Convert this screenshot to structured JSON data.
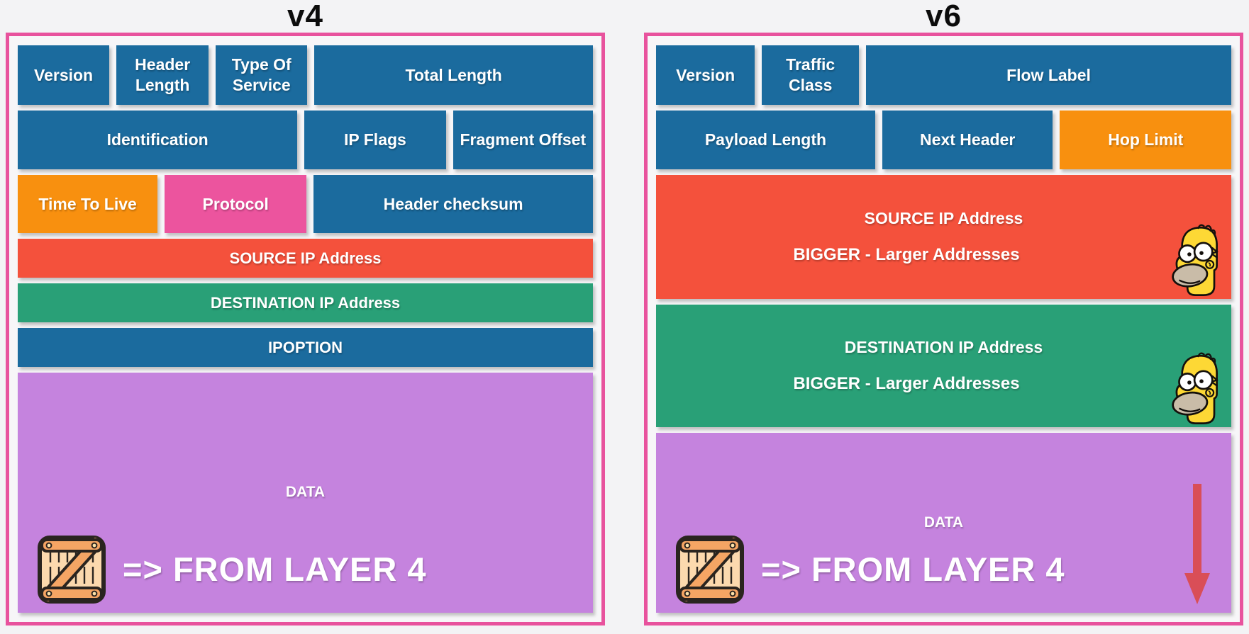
{
  "palette": {
    "background": "#f3f3f5",
    "panel_border_pink": "#e8529d",
    "field_blue": "#1b6b9e",
    "field_orange": "#f8900f",
    "field_magenta": "#ec549e",
    "field_red": "#f4513c",
    "field_green": "#29a077",
    "field_purple": "#c583de",
    "arrow_red": "#d94e57",
    "title_black": "#0c0c0c",
    "label_white": "#ffffff"
  },
  "icons": {
    "crate": "wooden-crate-icon",
    "homer": "homer-simpson-icon",
    "arrow": "red-down-arrow-icon"
  },
  "v4": {
    "title": "v4",
    "row1": {
      "version": "Version",
      "header_length": "Header Length",
      "type_of_service": "Type Of Service",
      "total_length": "Total Length"
    },
    "row2": {
      "identification": "Identification",
      "ip_flags": "IP Flags",
      "fragment_offset": "Fragment Offset"
    },
    "row3": {
      "time_to_live": "Time To Live",
      "protocol": "Protocol",
      "header_checksum": "Header checksum"
    },
    "source_ip": "SOURCE IP Address",
    "destination_ip": "DESTINATION IP Address",
    "ip_option": "IPOPTION",
    "data": {
      "label": "DATA",
      "from_layer": "=> FROM LAYER 4"
    }
  },
  "v6": {
    "title": "v6",
    "row1": {
      "version": "Version",
      "traffic_class": "Traffic Class",
      "flow_label": "Flow Label"
    },
    "row2": {
      "payload_length": "Payload Length",
      "next_header": "Next Header",
      "hop_limit": "Hop Limit"
    },
    "source_ip": {
      "title": "SOURCE IP Address",
      "note": "BIGGER - Larger Addresses"
    },
    "destination_ip": {
      "title": "DESTINATION IP Address",
      "note": "BIGGER - Larger Addresses"
    },
    "data": {
      "label": "DATA",
      "from_layer": "=> FROM LAYER 4"
    }
  }
}
